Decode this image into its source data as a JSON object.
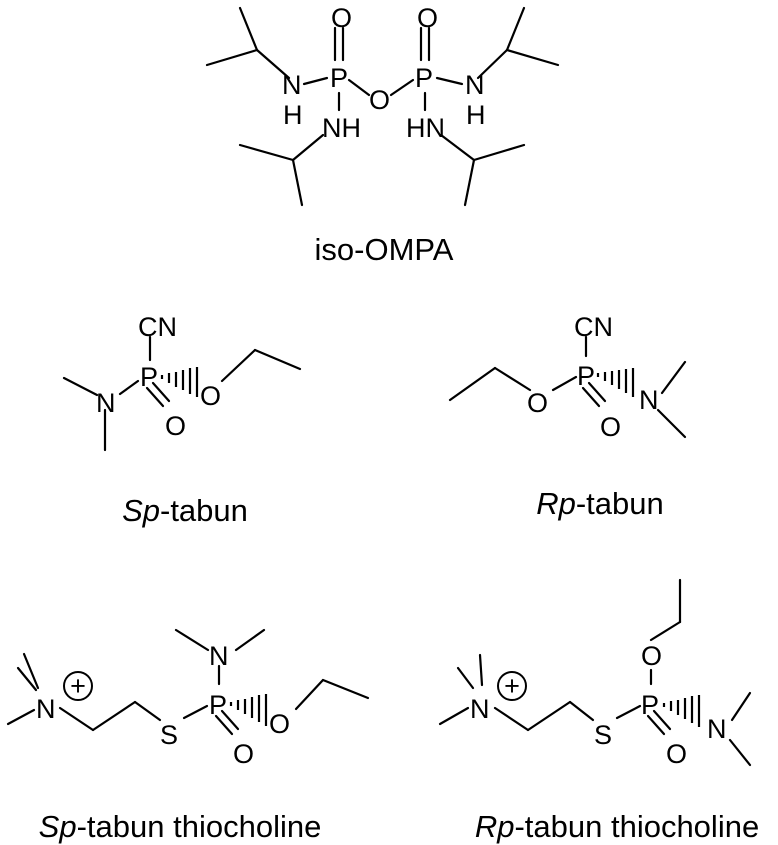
{
  "captions": {
    "iso_ompa": "iso-OMPA",
    "sp_tabun": {
      "italic": "Sp",
      "rest": "-tabun"
    },
    "rp_tabun": {
      "italic": "Rp",
      "rest": "-tabun"
    },
    "sp_thio": {
      "italic": "Sp",
      "rest": "-tabun thiocholine"
    },
    "rp_thio": {
      "italic": "Rp",
      "rest": "-tabun thiocholine"
    }
  },
  "atoms": {
    "P": "P",
    "O": "O",
    "N": "N",
    "H": "H",
    "NH": "NH",
    "HN": "HN",
    "CN": "CN",
    "S": "S",
    "plus": "+"
  }
}
